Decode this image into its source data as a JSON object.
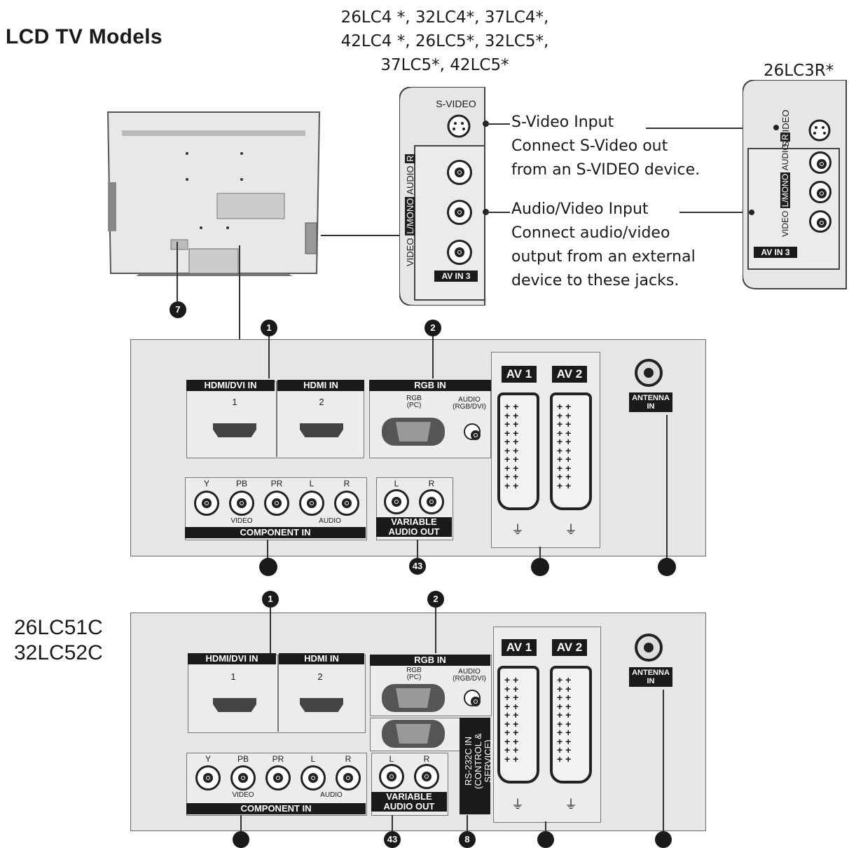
{
  "title": "LCD TV Models",
  "models_top": [
    "26LC4 *, 32LC4*, 37LC4*,",
    "42LC4 *, 26LC5*, 32LC5*,",
    "37LC5*, 42LC5*"
  ],
  "model_right": "26LC3R*",
  "models_bottom": [
    "26LC51C",
    "32LC52C"
  ],
  "side_panel": {
    "svideo": "S-VIDEO",
    "video": "VIDEO",
    "lmono": "L/MONO",
    "audio": "AUDIO",
    "r": "R",
    "avin3": "AV IN 3"
  },
  "notes": {
    "svideo_title": "S-Video Input",
    "svideo_desc1": "Connect S-Video out",
    "svideo_desc2": "from an S-VIDEO device.",
    "av_title": "Audio/Video Input",
    "av_desc1": "Connect audio/video",
    "av_desc2": "output from an external",
    "av_desc3": "device to these jacks."
  },
  "callouts": {
    "c1": "1",
    "c2": "2",
    "c7": "7",
    "c43": "43",
    "c8": "8"
  },
  "panel": {
    "hdmi_dvi_in": "HDMI/DVI IN",
    "hdmi_in": "HDMI IN",
    "hdmi_num1": "1",
    "hdmi_num2": "2",
    "rgb_in": "RGB IN",
    "rgb_pc_1": "RGB",
    "rgb_pc_2": "(PC)",
    "audio_rgb_1": "AUDIO",
    "audio_rgb_2": "(RGB/DVI)",
    "av1": "AV 1",
    "av2": "AV 2",
    "antenna_1": "ANTENNA",
    "antenna_2": "IN",
    "comp_y": "Y",
    "comp_pb": "PB",
    "comp_pr": "PR",
    "comp_l": "L",
    "comp_r": "R",
    "video": "VIDEO",
    "audio": "AUDIO",
    "component_in": "COMPONENT IN",
    "var_l": "L",
    "var_r": "R",
    "variable": "VARIABLE",
    "audio_out": "AUDIO OUT",
    "rs232_1": "RS-232C IN",
    "rs232_2": "(CONTROL & SERVICE)"
  },
  "scart_pins": "+ +\n+ +\n+ +\n+ +\n+ +\n+ +\n+ +\n+ +\n+ +\n+ +"
}
